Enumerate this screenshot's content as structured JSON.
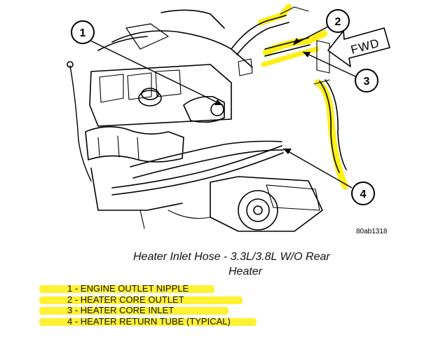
{
  "callouts": [
    "1",
    "2",
    "3",
    "4"
  ],
  "fwd_label": "FWD",
  "figure_id": "80ab1318",
  "caption": {
    "line1": "Heater Inlet Hose - 3.3L/3.8L W/O Rear",
    "line2": "Heater"
  },
  "legend": [
    "1 - ENGINE OUTLET NIPPLE",
    "2 - HEATER CORE OUTLET",
    "3 - HEATER CORE INLET",
    "4 - HEATER RETURN TUBE (TYPICAL)"
  ],
  "colors": {
    "highlight": "#ffee00",
    "line": "#000000"
  }
}
